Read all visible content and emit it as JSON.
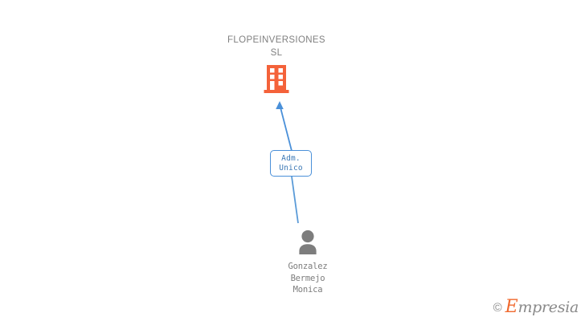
{
  "background_color": "#ffffff",
  "colors": {
    "company_orange": "#f4623a",
    "link_blue": "#4a90d9",
    "role_text_blue": "#3b78b5",
    "label_gray": "#808080",
    "person_gray": "#7d7d7d",
    "brand_orange": "#f06a2f",
    "brand_gray": "#8a8a8a"
  },
  "company": {
    "name": "FLOPEINVERSIONES\nSL",
    "icon": "building-icon"
  },
  "role": {
    "line1": "Adm.",
    "line2": "Unico"
  },
  "person": {
    "name": "Gonzalez\nBermejo\nMonica",
    "icon": "person-icon"
  },
  "watermark": {
    "copyright": "©",
    "brand_initial": "E",
    "brand_rest": "mpresia"
  }
}
